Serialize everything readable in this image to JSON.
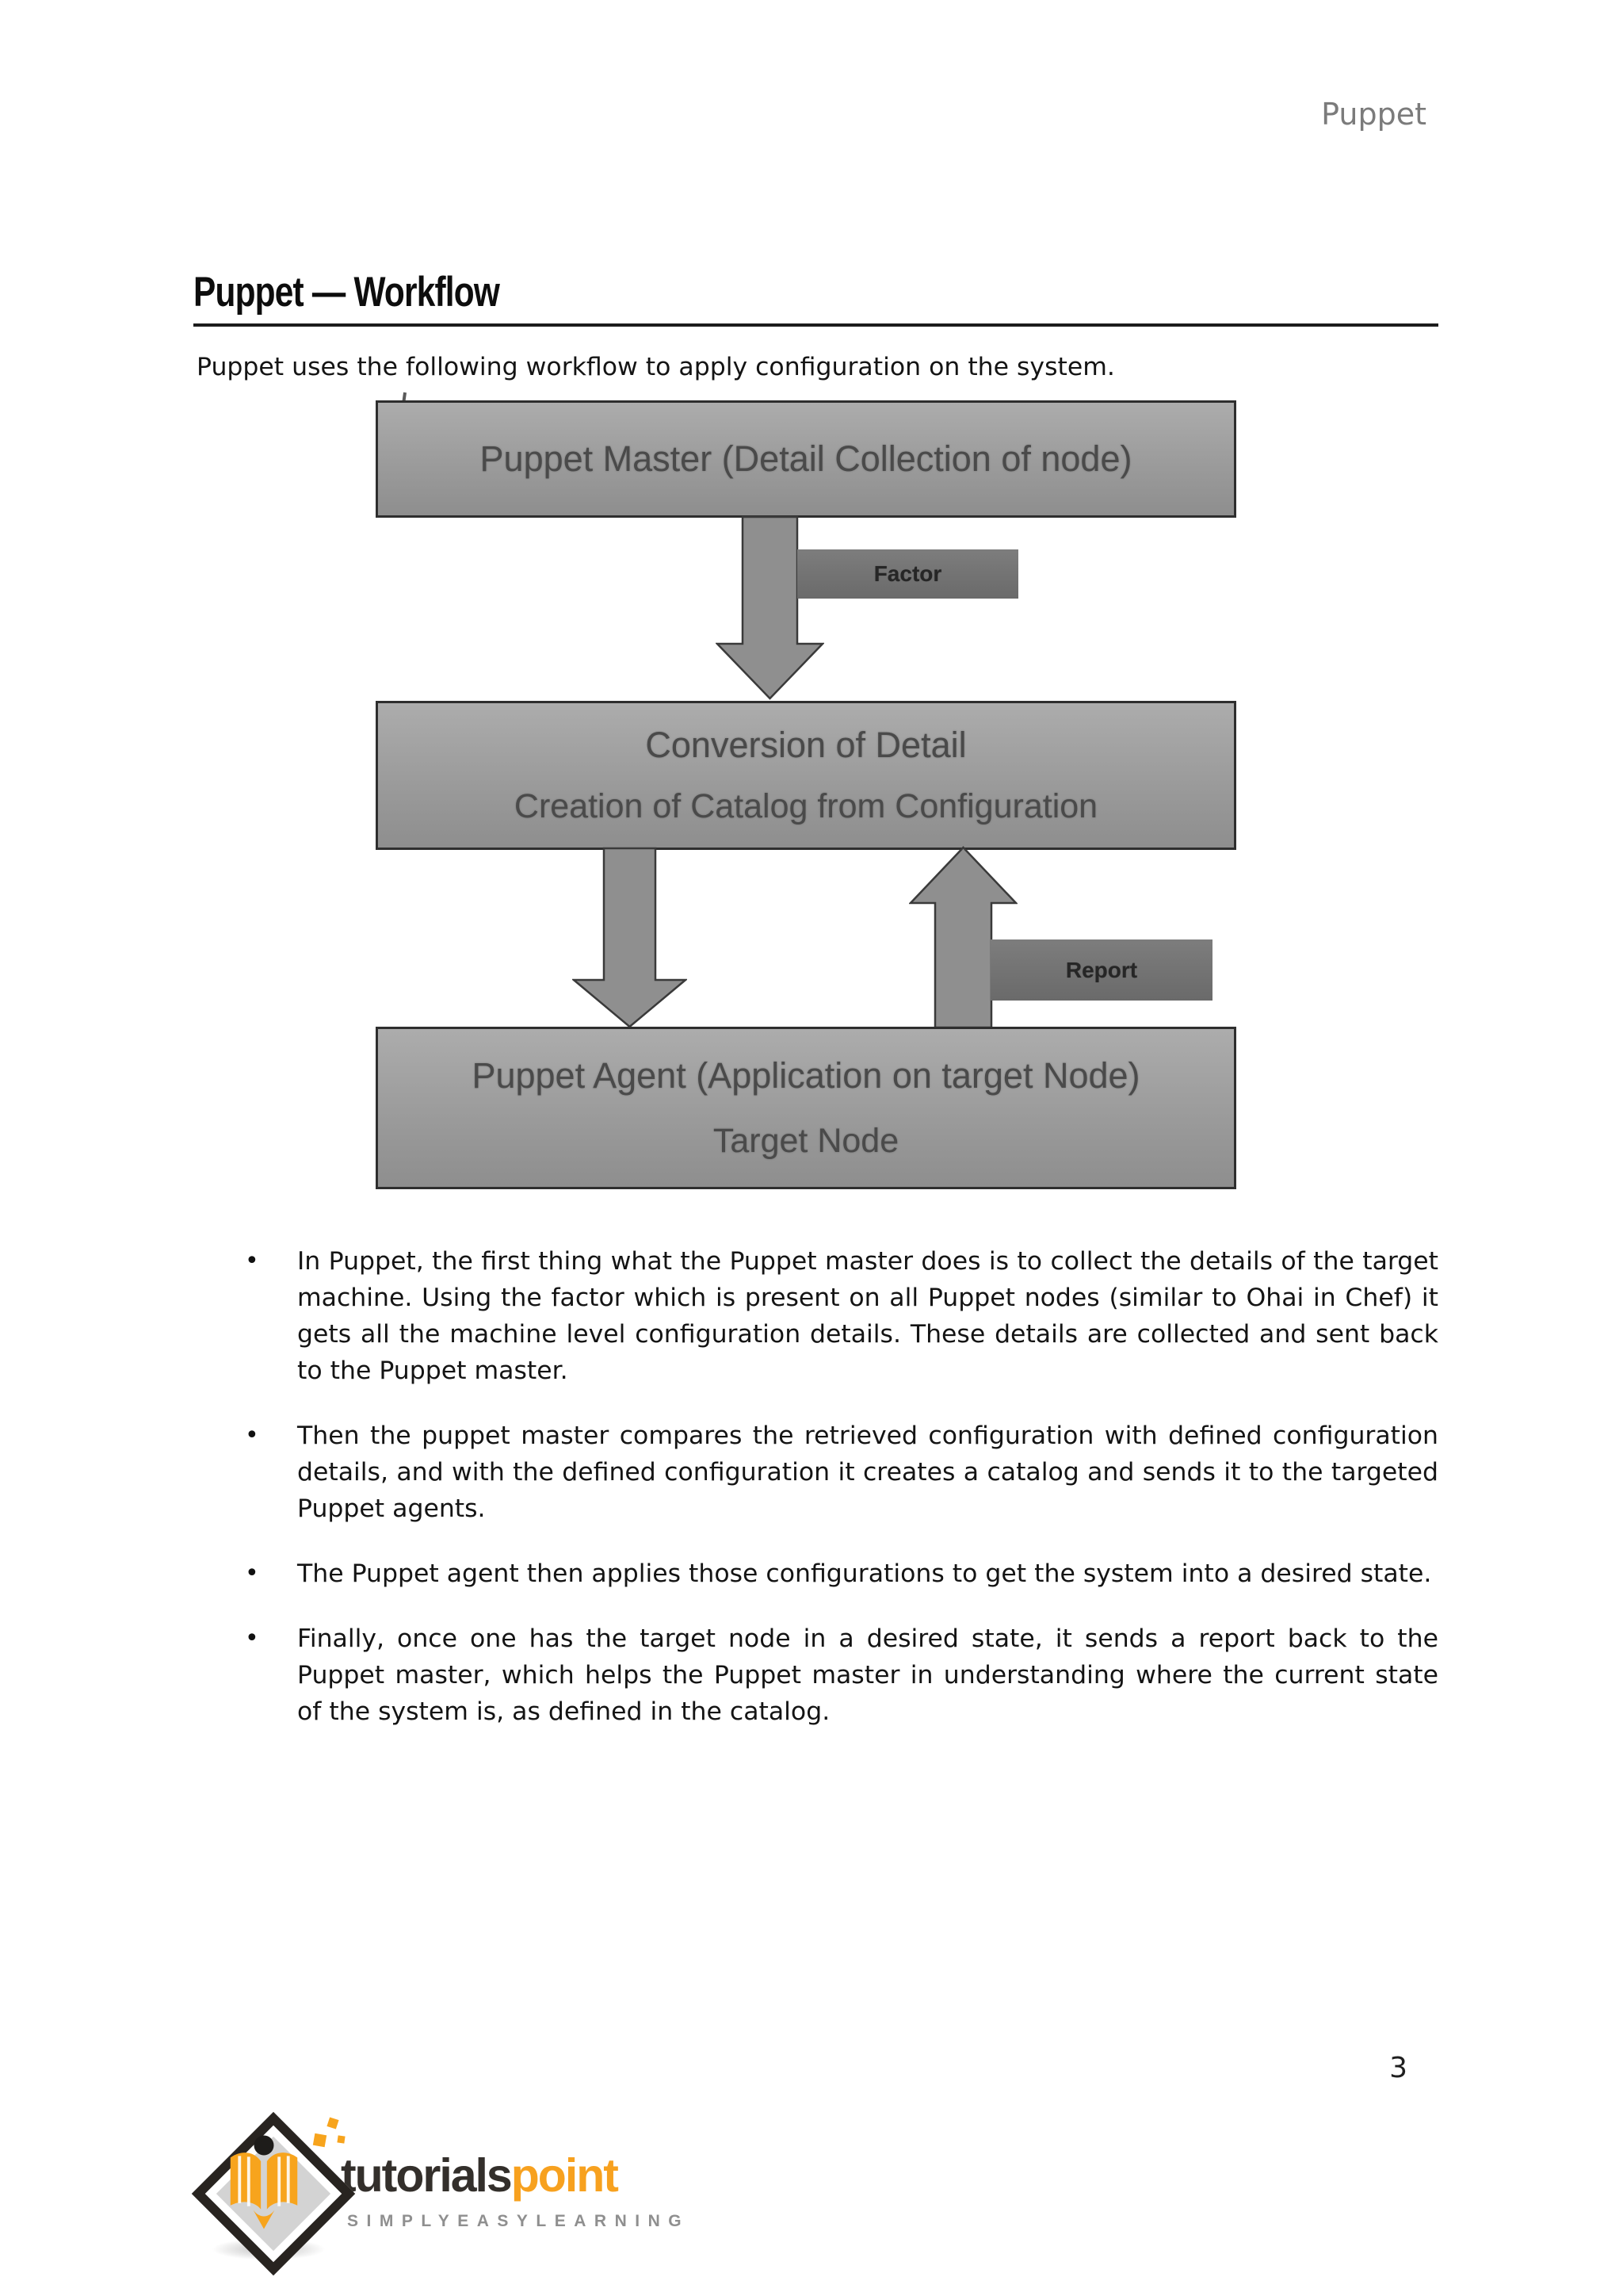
{
  "page": {
    "running_header": "Puppet",
    "title": "Puppet — Workflow",
    "intro": "Puppet uses the following workflow to apply configuration on the system.",
    "page_number": "3",
    "bullet_char": "•"
  },
  "diagram": {
    "master_box": "Puppet Master (Detail Collection of node)",
    "conversion_box_line1": "Conversion of Detail",
    "conversion_box_line2": "Creation of Catalog from Configuration",
    "agent_box_line1": "Puppet Agent (Application on target Node)",
    "agent_box_line2": "Target Node",
    "factor_label": "Factor",
    "report_label": "Report",
    "box_fill": "#9b9b9b",
    "box_border": "#2e2e2e",
    "box_text_color": "#4a4a4a",
    "label_fill": "#6f6f6f",
    "arrow_fill": "#8f8f8f",
    "arrow_stroke": "#3a3a3a"
  },
  "bullets": [
    "In Puppet, the first thing what the Puppet master does is to collect the details of the target machine. Using the factor which is present on all Puppet nodes (similar to Ohai in Chef) it gets all the machine level configuration details. These details are collected and sent back to the Puppet master.",
    "Then the puppet master compares the retrieved configuration with defined configuration details, and with the defined configuration it creates a catalog and sends it to the targeted Puppet agents.",
    "The Puppet agent then applies those configurations to get the system into a desired state.",
    "Finally, once one has the target node in a desired state, it sends a report back to the Puppet master, which helps the Puppet master in understanding where the current state of the system is, as defined in the catalog."
  ],
  "logo": {
    "brand_dark": "tutorials",
    "brand_accent": "point",
    "tagline": "SIMPLYEASYLEARNING",
    "accent_color": "#f7a11f",
    "dark_color": "#332f2b",
    "tagline_color": "#8f8f8f"
  }
}
